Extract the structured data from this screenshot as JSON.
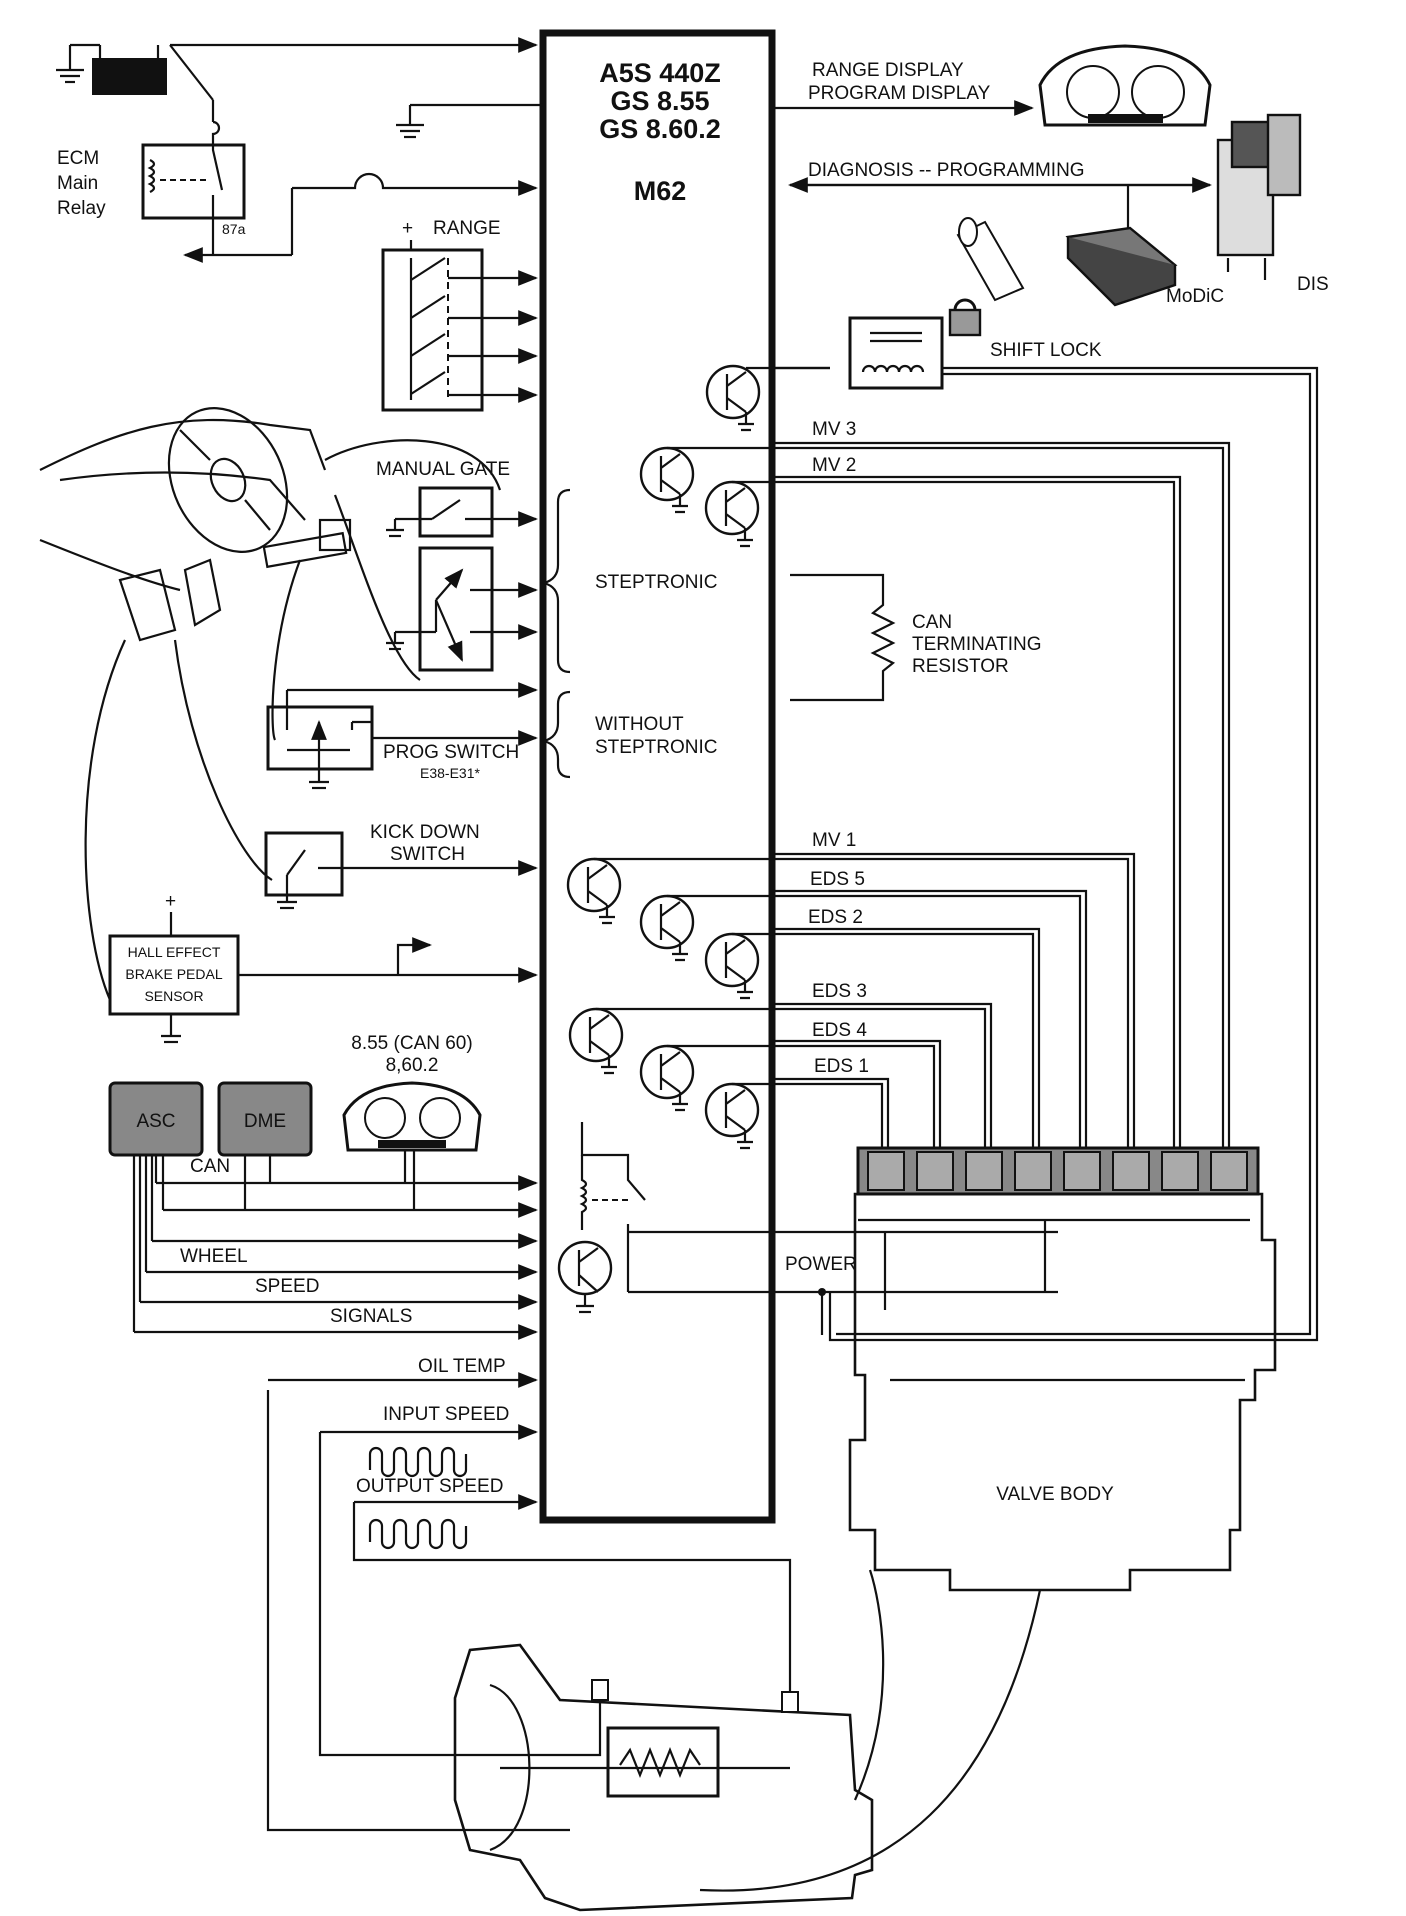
{
  "ecu": {
    "line1": "A5S 440Z",
    "line2": "GS 8.55",
    "line3": "GS 8.60.2",
    "engine": "M62"
  },
  "relay": {
    "label_lines": [
      "ECM",
      "Main",
      "Relay"
    ],
    "pin": "87a"
  },
  "top_right": {
    "display_line1": "RANGE DISPLAY",
    "display_line2": "PROGRAM DISPLAY",
    "diag": "DIAGNOSIS -- PROGRAMMING",
    "modic": "MoDiC",
    "dis": "DIS",
    "shift_lock": "SHIFT LOCK"
  },
  "inputs": {
    "plus_sign": "+",
    "range": "RANGE",
    "manual_gate": "MANUAL GATE",
    "steptronic": "STEPTRONIC",
    "without_steptronic_line1": "WITHOUT",
    "without_steptronic_line2": "STEPTRONIC",
    "prog_switch": "PROG SWITCH",
    "prog_switch_models": "E38-E31*",
    "kick_down_line1": "KICK DOWN",
    "kick_down_line2": "SWITCH",
    "hall_line1": "HALL EFFECT",
    "hall_line2": "BRAKE PEDAL",
    "hall_line3": "SENSOR",
    "hall_plus": "+"
  },
  "can": {
    "version_line1": "8.55 (CAN 60)",
    "version_line2": "8,60.2",
    "asc": "ASC",
    "dme": "DME",
    "can_label": "CAN",
    "wheel": "WHEEL",
    "speed": "SPEED",
    "signals": "SIGNALS",
    "resistor_line1": "CAN",
    "resistor_line2": "TERMINATING",
    "resistor_line3": "RESISTOR"
  },
  "outputs": {
    "mv3": "MV 3",
    "mv2": "MV 2",
    "mv1": "MV 1",
    "eds5": "EDS 5",
    "eds2": "EDS 2",
    "eds3": "EDS 3",
    "eds4": "EDS 4",
    "eds1": "EDS 1",
    "power": "POWER",
    "valve_body": "VALVE BODY"
  },
  "sensors": {
    "oil_temp": "OIL TEMP",
    "input_speed": "INPUT SPEED",
    "output_speed": "OUTPUT SPEED"
  }
}
